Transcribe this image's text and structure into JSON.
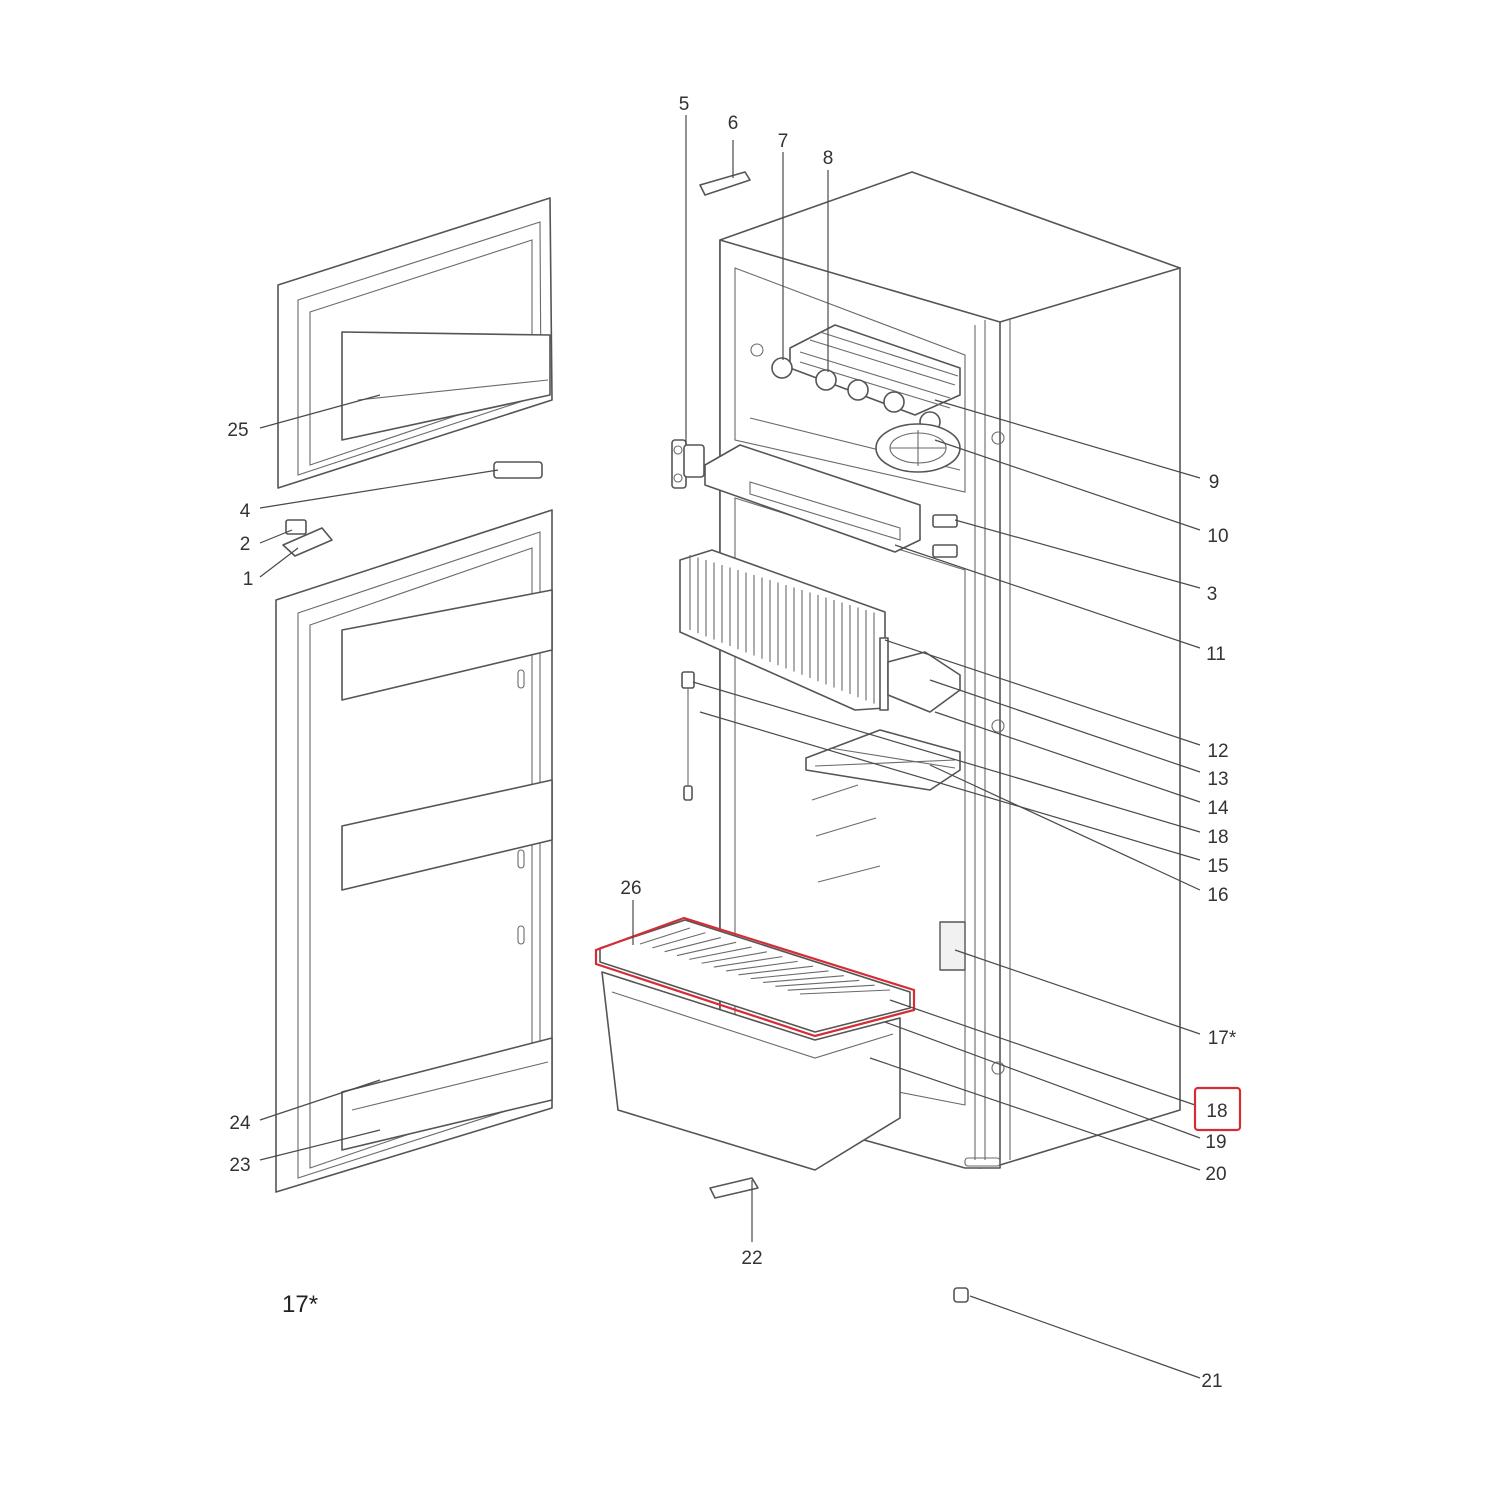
{
  "accent_color": "#d42d35",
  "highlighted_part": "18",
  "footnote": "17*",
  "callouts": {
    "c1": "1",
    "c2": "2",
    "c3": "3",
    "c4": "4",
    "c5": "5",
    "c6": "6",
    "c7": "7",
    "c8": "8",
    "c9": "9",
    "c10": "10",
    "c11": "11",
    "c12": "12",
    "c13": "13",
    "c14": "14",
    "c15": "15",
    "c16": "16",
    "c17": "17*",
    "c18a": "18",
    "c18b": "18",
    "c19": "19",
    "c20": "20",
    "c21": "21",
    "c22": "22",
    "c23": "23",
    "c24": "24",
    "c25": "25",
    "c26": "26"
  }
}
